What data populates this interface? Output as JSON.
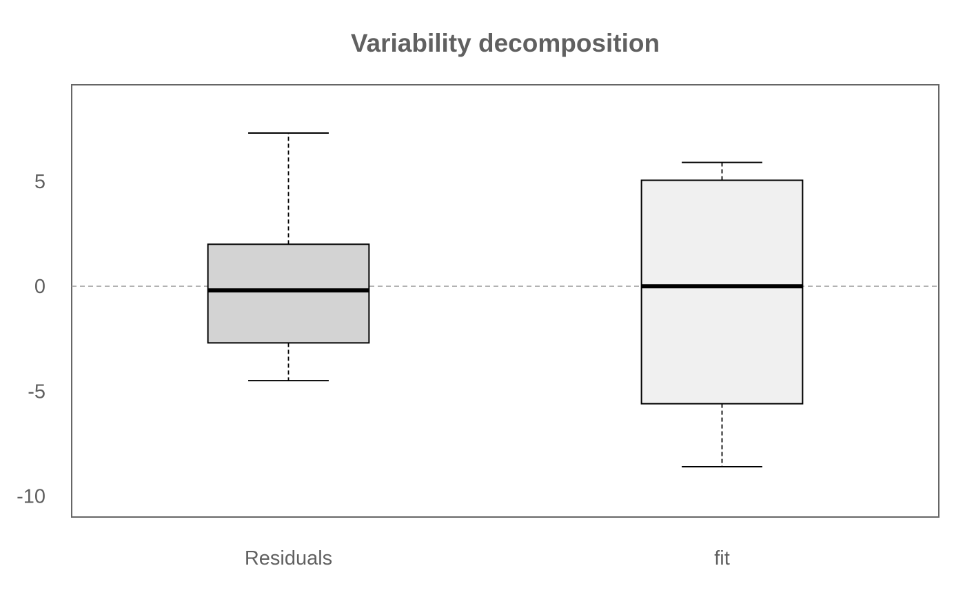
{
  "chart_data": {
    "type": "boxplot",
    "title": "Variability decomposition",
    "xlabel": "",
    "ylabel": "",
    "ylim": [
      -11.0,
      9.6
    ],
    "yticks": [
      -10,
      -5,
      0,
      5
    ],
    "reference_line": {
      "y": 0,
      "style": "dashed",
      "color": "#aaaaaa"
    },
    "grid": false,
    "categories": [
      "Residuals",
      "fit"
    ],
    "boxes": [
      {
        "label": "Residuals",
        "whisker_low": -4.5,
        "q1": -2.7,
        "median": -0.2,
        "q3": 2.0,
        "whisker_high": 7.3,
        "fill": "#d3d3d3"
      },
      {
        "label": "fit",
        "whisker_low": -8.6,
        "q1": -5.6,
        "median": 0.0,
        "q3": 5.05,
        "whisker_high": 5.9,
        "fill": "#f0f0f0"
      }
    ]
  },
  "colors": {
    "frame": "#666666",
    "text": "#606060",
    "box_stroke": "#000000"
  }
}
